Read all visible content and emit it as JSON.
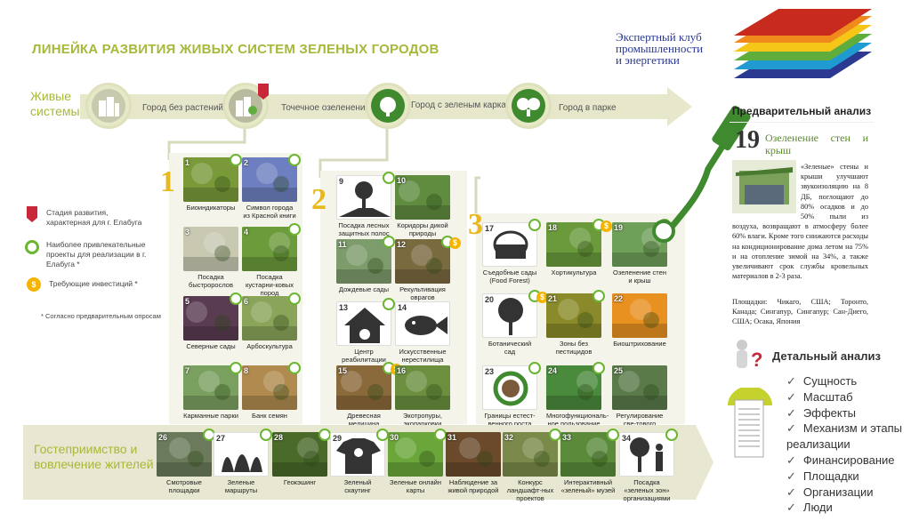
{
  "title": "ЛИНЕЙКА РАЗВИТИЯ ЖИВЫХ СИСТЕМ ЗЕЛЕНЫХ ГОРОДОВ",
  "club": {
    "line1": "Экспертный клуб",
    "line2": "промышленности",
    "line3": "и энергетики"
  },
  "track_label": [
    "Живые",
    "системы"
  ],
  "stages": [
    "Город без растений",
    "Точечное озеленение",
    "Город с зеленым каркасом",
    "Город в парке"
  ],
  "group_numbers": [
    "1",
    "2",
    "3"
  ],
  "legend": {
    "stage": "Стадия развития, характерная для г. Елабуга",
    "attractive": "Наиболее привлекательные проекты для реализации в г. Елабуга *",
    "investment": "Требующие инвестиций *",
    "note": "* Согласно предварительным опросам"
  },
  "coin_symbol": "$",
  "cards": [
    {
      "n": "1",
      "cap": "Биоиндикаторы",
      "color": "#7a9a3a"
    },
    {
      "n": "2",
      "cap": "Символ города из Красной книги",
      "color": "#6d7fc0"
    },
    {
      "n": "3",
      "cap": "Посадка быстророслов",
      "color": "#c9c9b2"
    },
    {
      "n": "4",
      "cap": "Посадка кустарни-ковых пород",
      "color": "#6c9b3b"
    },
    {
      "n": "5",
      "cap": "Северные сады",
      "color": "#5a3c52"
    },
    {
      "n": "6",
      "cap": "Арбоскультура",
      "color": "#8aa45a"
    },
    {
      "n": "7",
      "cap": "Карманные парки",
      "color": "#7aa060"
    },
    {
      "n": "8",
      "cap": "Банк семян",
      "color": "#b08a4f"
    },
    {
      "n": "9",
      "cap": "Посадка лесных защитных полос",
      "color": "#ffffff"
    },
    {
      "n": "10",
      "cap": "Коридоры дикой природы",
      "color": "#5f8c3f"
    },
    {
      "n": "11",
      "cap": "Дождевые сады",
      "color": "#7d9c6c"
    },
    {
      "n": "12",
      "cap": "Рекультивация оврагов",
      "color": "#7a6a40"
    },
    {
      "n": "13",
      "cap": "Центр реабилитации диких животных",
      "color": "#ffffff"
    },
    {
      "n": "14",
      "cap": "Искусственные нерестилища",
      "color": "#ffffff"
    },
    {
      "n": "15",
      "cap": "Древесная медицина",
      "color": "#8a6a3a"
    },
    {
      "n": "16",
      "cap": "Экотропуры, экопарковки",
      "color": "#6b8f3f"
    },
    {
      "n": "17",
      "cap": "Съедобные сады (Food Forest)",
      "color": "#ffffff"
    },
    {
      "n": "18",
      "cap": "Хортикультура",
      "color": "#6a9a3c"
    },
    {
      "n": "19",
      "cap": "Озеленение стен и крыш",
      "color": "#6fa05a"
    },
    {
      "n": "20",
      "cap": "Ботанический сад",
      "color": "#ffffff"
    },
    {
      "n": "21",
      "cap": "Зоны без пестицидов",
      "color": "#8a8a2a"
    },
    {
      "n": "22",
      "cap": "Биоштрихование",
      "color": "#e89020"
    },
    {
      "n": "23",
      "cap": "Границы естест-венного роста",
      "color": "#ffffff"
    },
    {
      "n": "24",
      "cap": "Многофункциональ-ное пользование",
      "color": "#4a8a3c"
    },
    {
      "n": "25",
      "cap": "Регулирование све-тового загрязнения",
      "color": "#5a7a4a"
    },
    {
      "n": "26",
      "cap": "Смотровые площадки",
      "color": "#6a7a5a"
    },
    {
      "n": "27",
      "cap": "Зеленые маршруты",
      "color": "#ffffff"
    },
    {
      "n": "28",
      "cap": "Геокэшинг",
      "color": "#4a6a2a"
    },
    {
      "n": "29",
      "cap": "Зеленый скаутинг",
      "color": "#ffffff"
    },
    {
      "n": "30",
      "cap": "Зеленые онлайн карты",
      "color": "#6aa63a"
    },
    {
      "n": "31",
      "cap": "Наблюдение за живой природой",
      "color": "#6a4a2a"
    },
    {
      "n": "32",
      "cap": "Конкурс ландшафт-ных проектов",
      "color": "#7a8a4a"
    },
    {
      "n": "33",
      "cap": "Интерактивный «зеленый» музей",
      "color": "#5a8a3a"
    },
    {
      "n": "34",
      "cap": "Посадка «зеленых зон» организациями",
      "color": "#ffffff"
    }
  ],
  "bottom_label": [
    "Гостеприимство и",
    "вовлечение жителей"
  ],
  "prelim": {
    "title": "Предварительный анализ",
    "num": "19",
    "subtitle": "Озеленение стен и крыш",
    "p1": "«Зеленые» стены и крыши улучшают звукоизоляцию на 8 ДБ, поглощают до 80% осадков и до 50% пыли из воздуха, возвращают в атмосферу более 60% влаги. Кроме того снижаются расходы на кондиционирование дома летом на 75% и на отопление зимой на 34%, а также увеличивают срок службы кровельных материалов в 2-3 раза.",
    "p2": "Площадки: Чикаго, США; Торонто, Канада; Сингапур, Сингапур; Сан-Диего, США; Осака, Япония"
  },
  "detail": {
    "title": "Детальный анализ",
    "items": [
      "Сущность",
      "Масштаб",
      "Эффекты",
      "Механизм и этапы реализации",
      "Финансирование",
      "Площадки",
      "Организации",
      "Люди"
    ]
  },
  "colors": {
    "accent": "#a9b837",
    "green": "#3f8a2f",
    "node": "#e7e8c6",
    "layers": [
      "#c82b1e",
      "#f08a1c",
      "#f5c518",
      "#5fae3d",
      "#1f9bd1",
      "#2b3990"
    ]
  }
}
